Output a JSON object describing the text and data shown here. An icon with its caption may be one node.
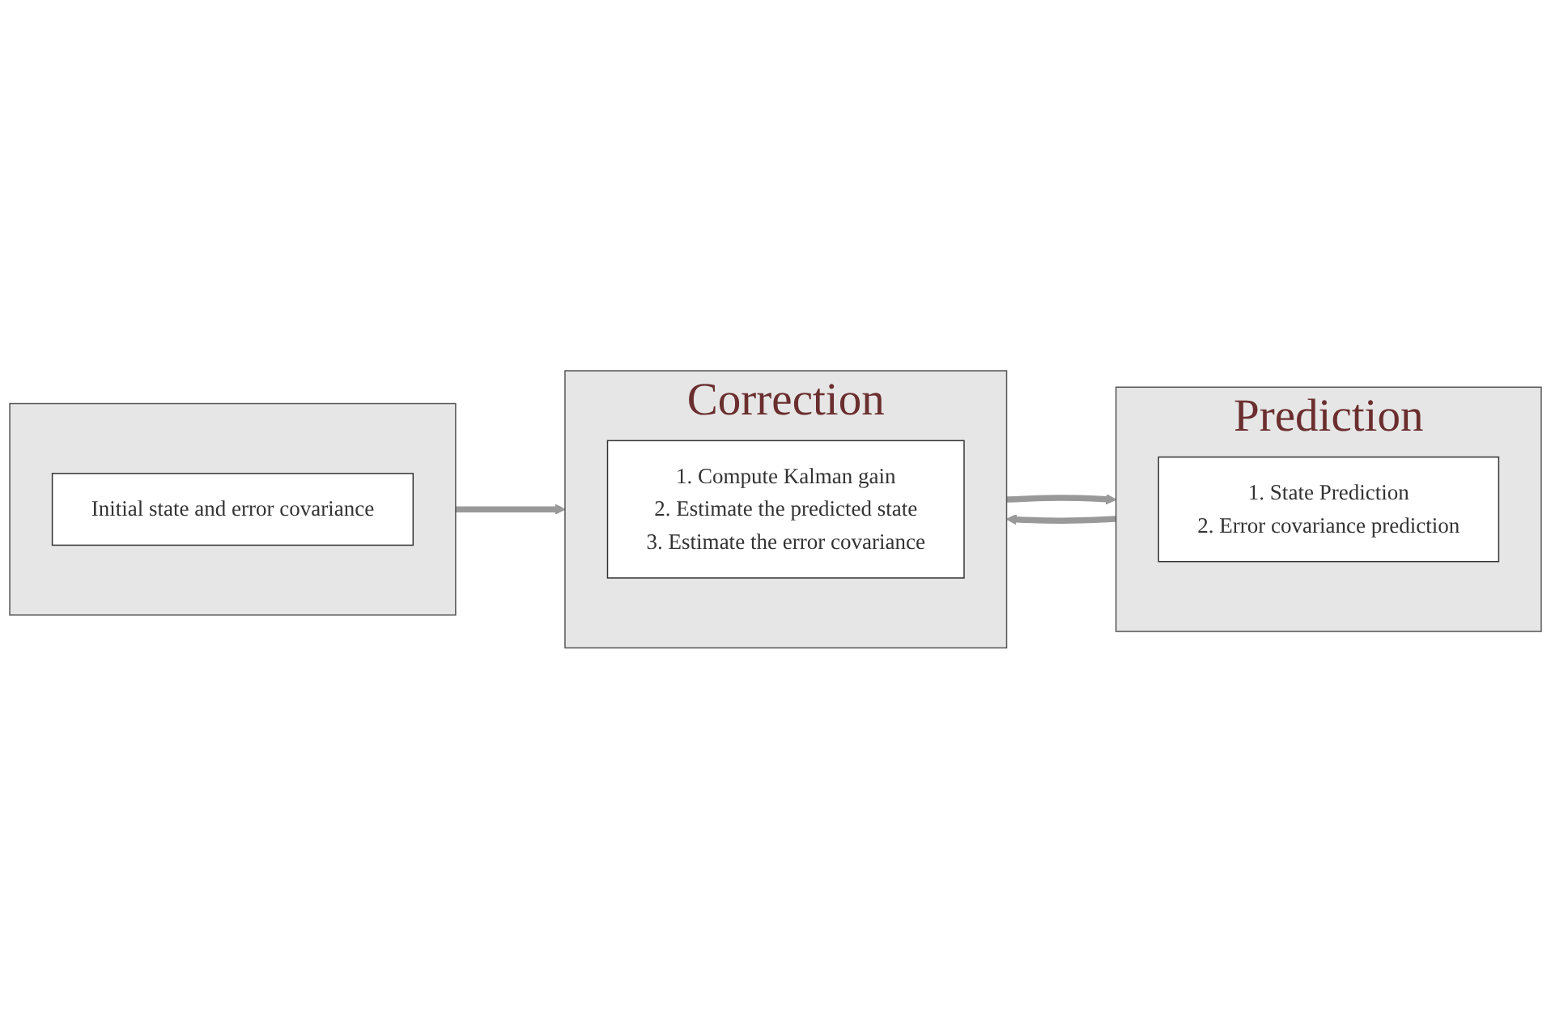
{
  "diagram": {
    "nodes": [
      {
        "text": [
          "Correction"
        ]
      },
      {
        "text": [
          "1. Compute Kalman gain",
          "2. Estimate the predicted state",
          "3. Estimate the error covariance"
        ],
        "in": 0
      },
      {
        "text": [
          "Prediction"
        ]
      },
      {
        "text": [
          "1. State Prediction",
          "2. Error covariance prediction"
        ],
        "in": 2
      },
      {
        "text": [],
        "shape": "box"
      },
      {
        "text": [
          "Initial state and error covariance"
        ],
        "in": 4
      }
    ],
    "edges": [
      {
        "from": 0,
        "to": 2,
        "arrow": "to"
      },
      {
        "from": 2,
        "to": 0,
        "arrow": "to"
      },
      {
        "from": 4,
        "to": 0,
        "arrow": "to"
      }
    ]
  }
}
